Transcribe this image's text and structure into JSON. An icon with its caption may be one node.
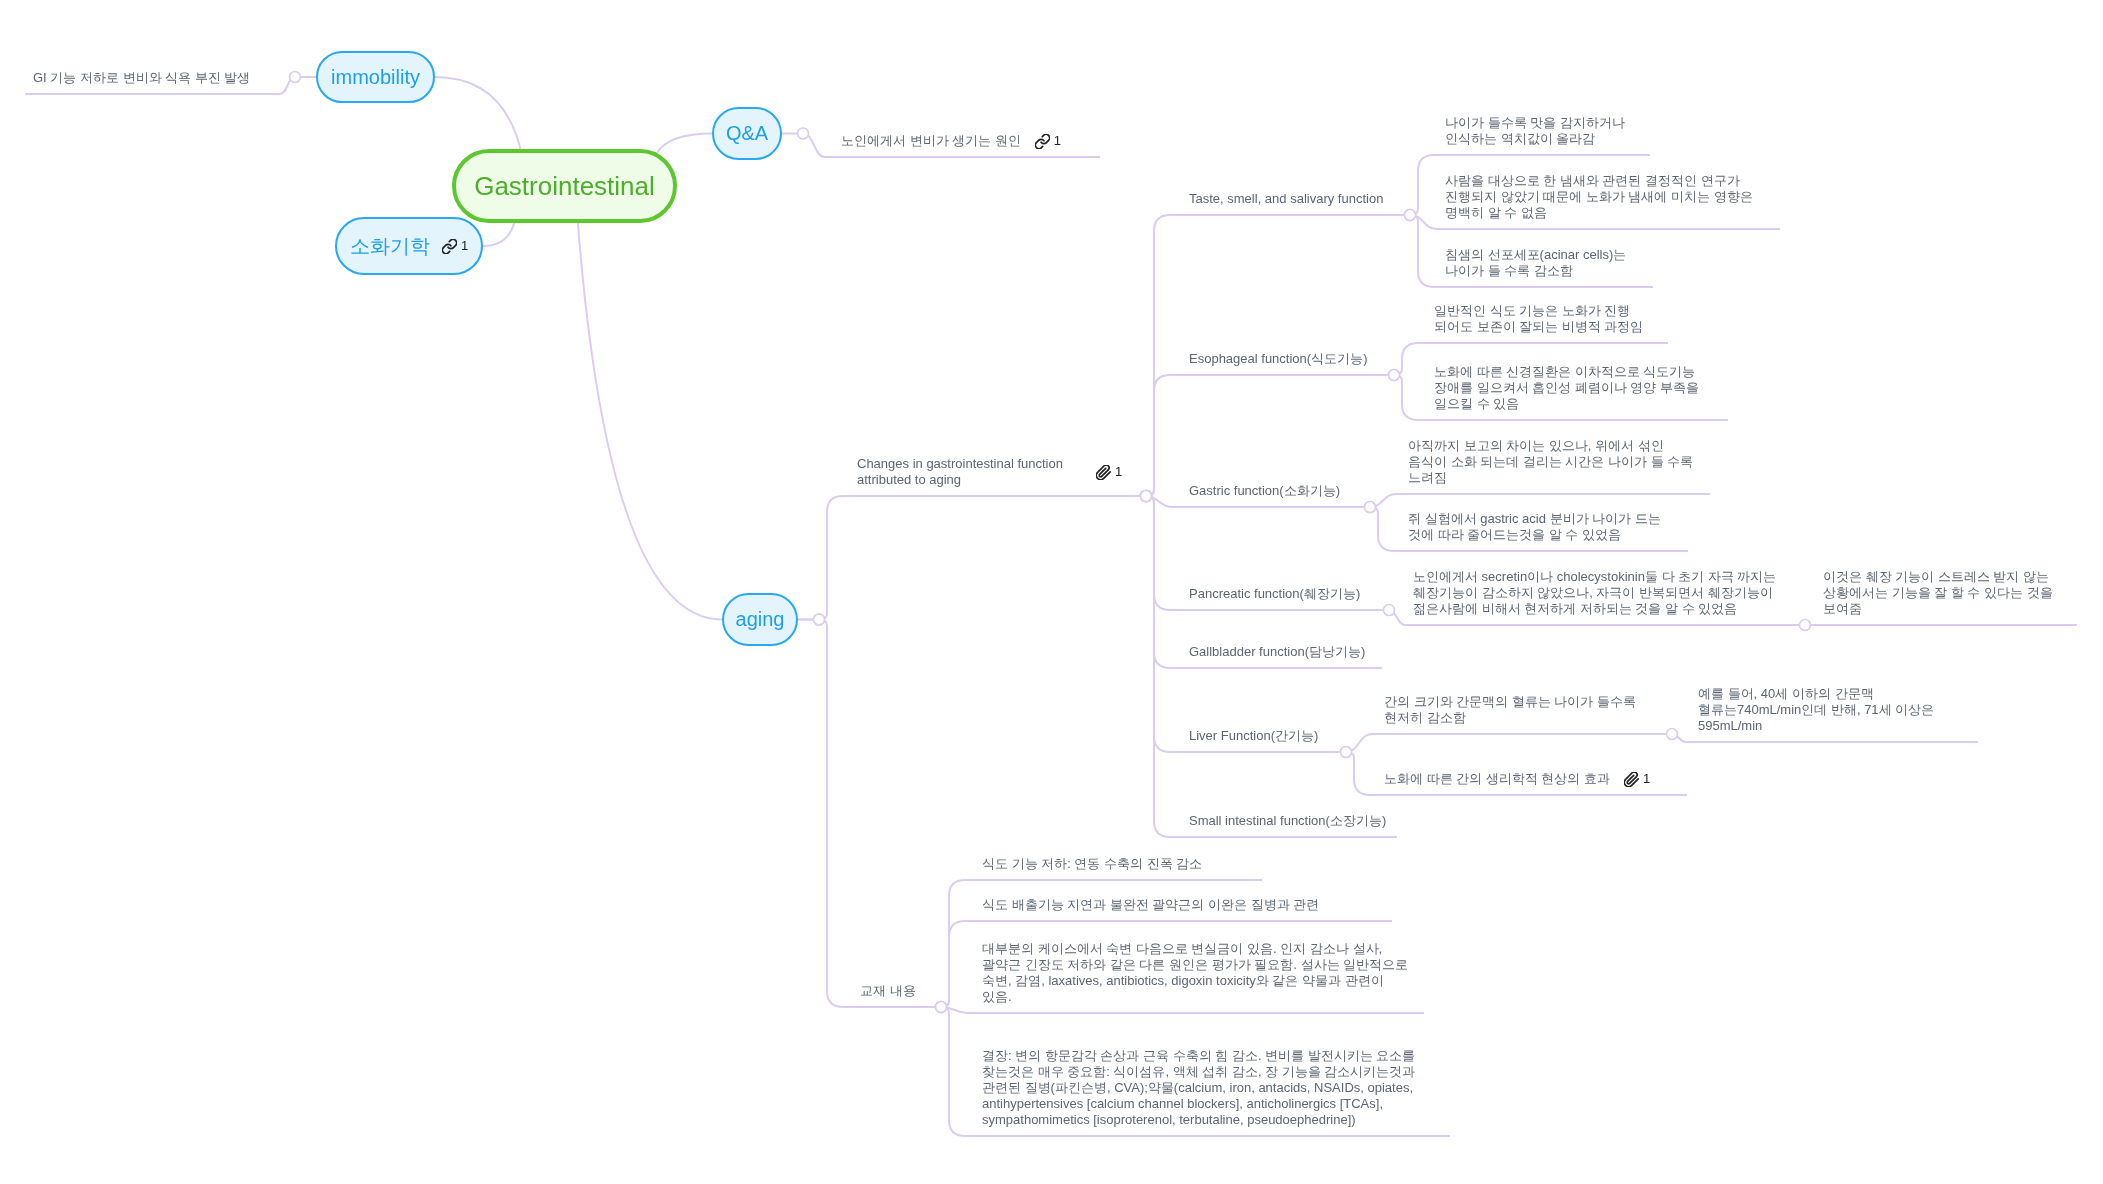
{
  "diagram": {
    "nodes": [
      {
        "text": [
          "Gastrointestinal"
        ]
      },
      {
        "text": [
          "immobility"
        ]
      },
      {
        "text": [
          "GI 기능 저하로 변비와 식욕 부진 발생"
        ]
      },
      {
        "text": [
          "Q&A"
        ]
      },
      {
        "text": [
          "노인에게서 변비가 생기는 원인",
          "1"
        ]
      },
      {
        "text": [
          "소화기학",
          "1"
        ]
      },
      {
        "text": [
          "aging"
        ]
      },
      {
        "text": [
          "Changes in gastrointestinal function attributed to aging",
          "1"
        ]
      },
      {
        "text": [
          "Taste, smell, and salivary function"
        ]
      },
      {
        "text": [
          "나이가 들수록 맛을 감지하거나 인식하는 역치값이 올라감"
        ]
      },
      {
        "text": [
          "사람을 대상으로 한 냄새와 관련된 결정적인 연구가 진행되지 않았기 때문에 노화가 냄새에 미치는 영향은 명백히 알 수 없음"
        ]
      },
      {
        "text": [
          "침샘의 선포세포(acinar cells)는 나이가 들 수록 감소함"
        ]
      },
      {
        "text": [
          "Esophageal function(식도기능)"
        ]
      },
      {
        "text": [
          "일반적인 식도 기능은 노화가 진행 되어도 보존이 잘되는 비병적 과정임"
        ]
      },
      {
        "text": [
          "노화에 따른 신경질환은 이차적으로 식도기능 장애를 일으켜서 흡인성 폐렴이나 영양 부족을 일으킬 수 있음"
        ]
      },
      {
        "text": [
          "Gastric function(소화기능)"
        ]
      },
      {
        "text": [
          "아직까지 보고의 차이는 있으나, 위에서 섞인 음식이 소화 되는데 걸리는 시간은 나이가 들 수록 느려짐"
        ]
      },
      {
        "text": [
          "쥐 실험에서 gastric acid 분비가 나이가 드는 것에 따라 줄어드는것을 알 수 있었음"
        ]
      },
      {
        "text": [
          "Pancreatic function(췌장기능)"
        ]
      },
      {
        "text": [
          "노인에게서 secretin이나 cholecystokinin둘 다 초기 자극 까지는 췌장기능이 감소하지 않았으나, 자극이 반복되면서 췌장기능이 젊은사람에 비해서 현저하게 저하되는 것을 알 수 있었음"
        ]
      },
      {
        "text": [
          "이것은 췌장 기능이 스트레스 받지 않는 상황에서는 기능을 잘 할 수 있다는 것을 보여줌"
        ]
      },
      {
        "text": [
          "Gallbladder function(담낭기능)"
        ]
      },
      {
        "text": [
          "Liver Function(간기능)"
        ]
      },
      {
        "text": [
          "간의 크기와 간문맥의 혈류는 나이가 들수록 현저히 감소함"
        ]
      },
      {
        "text": [
          "예를 들어, 40세 이하의 간문맥 혈류는740mL/min인데 반해, 71세 이상은 595mL/min"
        ]
      },
      {
        "text": [
          "노화에 따른 간의 생리학적 현상의 효과",
          "1"
        ]
      },
      {
        "text": [
          "Small intestinal function(소장기능)"
        ]
      },
      {
        "text": [
          "교재 내용"
        ]
      },
      {
        "text": [
          "식도 기능 저하: 연동 수축의 진폭 감소"
        ]
      },
      {
        "text": [
          "식도 배출기능 지연과 불완전 괄약근의 이완은 질병과 관련"
        ]
      },
      {
        "text": [
          "대부분의 케이스에서 숙변 다음으로 변실금이 있음. 인지 감소나 설사, 괄약근 긴장도 저하와 같은 다른 원인은 평가가 필요함. 설사는 일반적으로 숙변, 감염, laxatives, antibiotics, digoxin toxicity와 같은 약물과 관련이 있음."
        ]
      },
      {
        "text": [
          "결장: 변의 항문감각 손상과 근육 수축의 힘 감소. 변비를 발전시키는 요소를 찾는것은 매우 중요함: 식이섬유, 액체 섭취 감소, 장 기능을 감소시키는것과 관련된 질병(파킨슨병, CVA);약물(calcium, iron, antacids, NSAIDs, opiates, antihypertensives [calcium channel blockers], anticholinergics [TCAs], sympathomimetics [isoproterenol, terbutaline, pseudoephedrine])"
        ]
      }
    ],
    "edges": [
      {
        "from": 0,
        "to": 1,
        "arrow": "none"
      },
      {
        "from": 1,
        "to": 2,
        "arrow": "other"
      },
      {
        "from": 0,
        "to": 3,
        "arrow": "none"
      },
      {
        "from": 3,
        "to": 4,
        "arrow": "other"
      },
      {
        "from": 0,
        "to": 5,
        "arrow": "none"
      },
      {
        "from": 0,
        "to": 6,
        "arrow": "none"
      },
      {
        "from": 6,
        "to": 7,
        "arrow": "other"
      },
      {
        "from": 7,
        "to": 8,
        "arrow": "other"
      },
      {
        "from": 8,
        "to": 9,
        "arrow": "other"
      },
      {
        "from": 8,
        "to": 10,
        "arrow": "other"
      },
      {
        "from": 8,
        "to": 11,
        "arrow": "other"
      },
      {
        "from": 7,
        "to": 12,
        "arrow": "other"
      },
      {
        "from": 12,
        "to": 13,
        "arrow": "other"
      },
      {
        "from": 12,
        "to": 14,
        "arrow": "other"
      },
      {
        "from": 7,
        "to": 15,
        "arrow": "other"
      },
      {
        "from": 15,
        "to": 16,
        "arrow": "other"
      },
      {
        "from": 15,
        "to": 17,
        "arrow": "other"
      },
      {
        "from": 7,
        "to": 18,
        "arrow": "other"
      },
      {
        "from": 18,
        "to": 19,
        "arrow": "other"
      },
      {
        "from": 19,
        "to": 20,
        "arrow": "other"
      },
      {
        "from": 7,
        "to": 21,
        "arrow": "other"
      },
      {
        "from": 7,
        "to": 22,
        "arrow": "other"
      },
      {
        "from": 22,
        "to": 23,
        "arrow": "other"
      },
      {
        "from": 23,
        "to": 24,
        "arrow": "other"
      },
      {
        "from": 22,
        "to": 25,
        "arrow": "other"
      },
      {
        "from": 7,
        "to": 26,
        "arrow": "other"
      },
      {
        "from": 6,
        "to": 27,
        "arrow": "other"
      },
      {
        "from": 27,
        "to": 28,
        "arrow": "other"
      },
      {
        "from": 27,
        "to": 29,
        "arrow": "other"
      },
      {
        "from": 27,
        "to": 30,
        "arrow": "other"
      },
      {
        "from": 27,
        "to": 31,
        "arrow": "other"
      }
    ]
  }
}
